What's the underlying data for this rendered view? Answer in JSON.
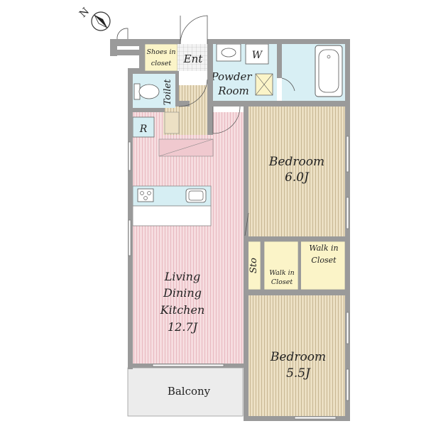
{
  "compass": {
    "label": "N",
    "icon": "compass-icon"
  },
  "rooms": {
    "shoes_closet": {
      "line1": "Shoes in",
      "line2": "closet"
    },
    "entrance": {
      "label": "Ent"
    },
    "powder_room": {
      "line1": "Powder",
      "line2": "Room",
      "washer": "W"
    },
    "toilet": {
      "label": "Toilet"
    },
    "refrigerator": {
      "label": "R"
    },
    "bedroom_1": {
      "line1": "Bedroom",
      "line2": "6.0J"
    },
    "walk_in_closet_1": {
      "line1": "Walk in",
      "line2": "Closet"
    },
    "walk_in_closet_2": {
      "line1": "Walk in",
      "line2": "Closet"
    },
    "storage": {
      "label": "Sto"
    },
    "ldk": {
      "line1": "Living",
      "line2": "Dining",
      "line3": "Kitchen",
      "line4": "12.7J"
    },
    "bedroom_2": {
      "line1": "Bedroom",
      "line2": "5.5J"
    },
    "balcony": {
      "label": "Balcony"
    }
  },
  "colors": {
    "wall": "#9a9a9a",
    "pink_floor": "#f6dde0",
    "wood_floor": "#ece0c4",
    "bath": "#d8eff4",
    "closet": "#fbf4c8",
    "balcony": "#ececec"
  }
}
